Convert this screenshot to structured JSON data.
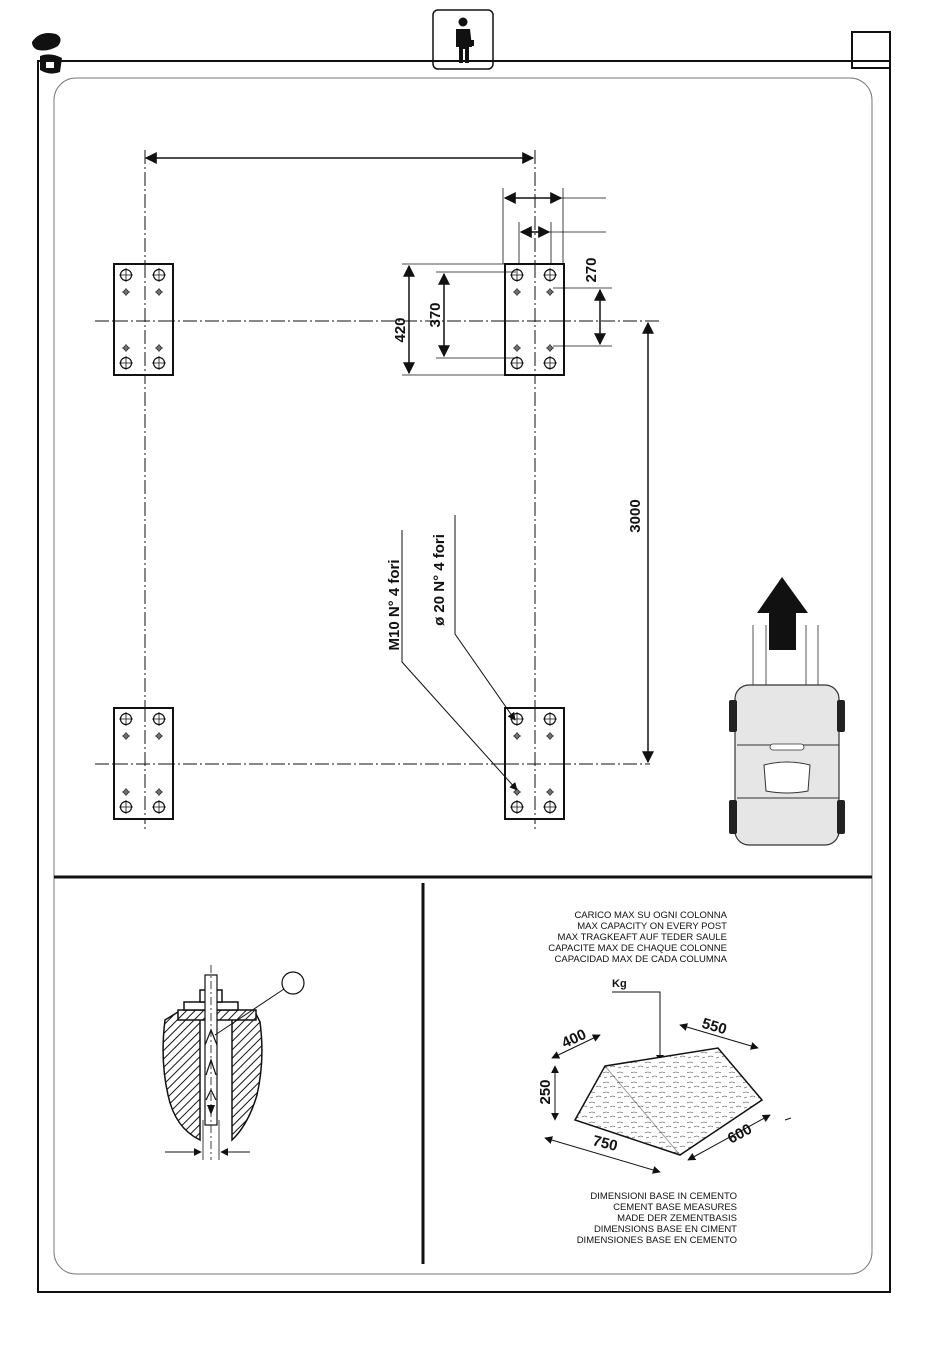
{
  "header": {
    "person_icon": "standing-person-icon",
    "logo_icon": "mechanic-logo-icon",
    "page_box_text": ""
  },
  "plan": {
    "dims": {
      "d420": "420",
      "d370": "370",
      "d270": "270",
      "d3000": "3000"
    },
    "notes": {
      "m10": "M10  N° 4 fori",
      "hole20": "ø 20 N° 4 fori"
    },
    "vehicle_direction_icon": "up-arrow-icon",
    "vehicle_icon": "car-top-view-icon"
  },
  "anchor_detail": {
    "callout_text": ""
  },
  "foundation": {
    "capacity_lines": [
      "CARICO MAX SU OGNI COLONNA",
      "MAX CAPACITY ON EVERY POST",
      "MAX TRAGKEAFT AUF TEDER SAULE",
      "CAPACITE MAX DE CHAQUE COLONNE",
      "CAPACIDAD MAX DE CADA COLUMNA"
    ],
    "load_label": "Kg",
    "dims": {
      "d400": "400",
      "d550": "550",
      "d250": "250",
      "d750": "750",
      "d600": "600"
    },
    "base_lines": [
      "DIMENSIONI BASE IN CEMENTO",
      "CEMENT BASE MEASURES",
      "MADE DER ZEMENTBASIS",
      "DIMENSIONS BASE EN CIMENT",
      "DIMENSIONES BASE EN CEMENTO"
    ]
  }
}
